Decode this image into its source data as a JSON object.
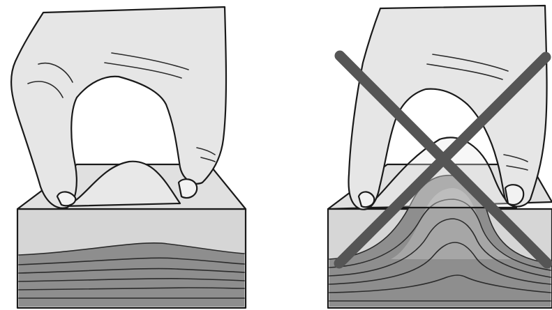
{
  "colors": {
    "skin": "#e6e6e6",
    "skin_shadow": "#d2d2d2",
    "block_face": "#d6d6d6",
    "block_top": "#e0e0e0",
    "layer_dark": "#8e8e8e",
    "layer_mid": "#9c9c9c",
    "raised_core": "#a6a6a6",
    "cross": "#555555",
    "line": "#1a1a1a"
  },
  "panels": [
    {
      "id": "correct",
      "status": "correct"
    },
    {
      "id": "incorrect",
      "status": "incorrect",
      "crossed_out": true
    }
  ]
}
